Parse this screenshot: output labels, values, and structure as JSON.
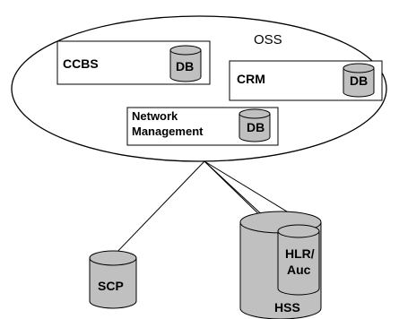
{
  "diagram": {
    "oss": {
      "label": "OSS"
    },
    "ccbs": {
      "label": "CCBS",
      "db_label": "DB"
    },
    "crm": {
      "label": "CRM",
      "db_label": "DB"
    },
    "network_management": {
      "label_line1": "Network",
      "label_line2": "Management",
      "db_label": "DB"
    },
    "scp": {
      "label": "SCP"
    },
    "hss": {
      "label": "HSS"
    },
    "hlr": {
      "label_line1": "HLR/",
      "label_line2": "Auc"
    }
  },
  "colors": {
    "cylinder_fill": "#c0c0c0",
    "stroke": "#000000",
    "background": "#ffffff"
  }
}
